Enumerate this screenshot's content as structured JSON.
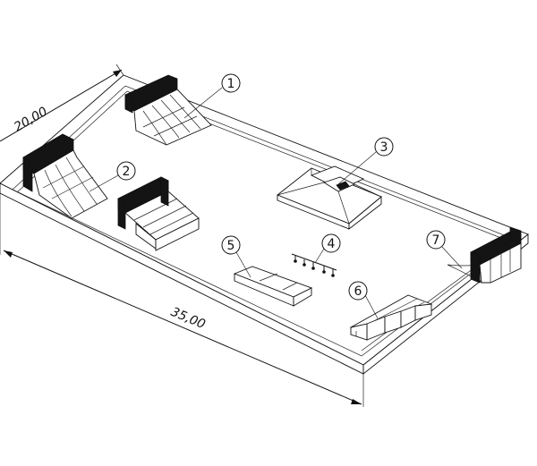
{
  "dimensions": {
    "width_label": "20,00",
    "length_label": "35,00"
  },
  "callouts": [
    {
      "id": "1",
      "label": "1"
    },
    {
      "id": "2",
      "label": "2"
    },
    {
      "id": "3",
      "label": "3"
    },
    {
      "id": "4",
      "label": "4"
    },
    {
      "id": "5",
      "label": "5"
    },
    {
      "id": "6",
      "label": "6"
    },
    {
      "id": "7",
      "label": "7"
    }
  ]
}
